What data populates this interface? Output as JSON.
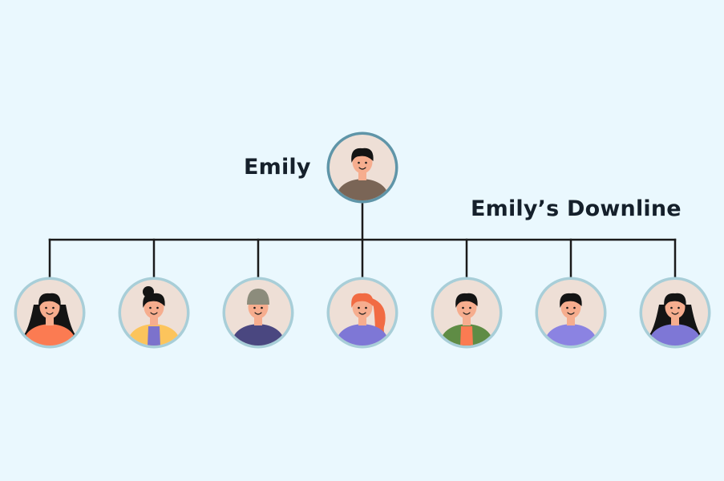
{
  "root": {
    "label": "Emily",
    "avatar": {
      "skin": "#f6ad8e",
      "hair": "#141414",
      "shirt": "#7a6556",
      "hair_style": "short",
      "ring": "#5f95a8"
    }
  },
  "downline": {
    "label": "Emily’s Downline",
    "members": [
      {
        "skin": "#f6ad8e",
        "hair": "#141414",
        "shirt": "#fb7b52",
        "hair_style": "long"
      },
      {
        "skin": "#f6ad8e",
        "hair": "#141414",
        "shirt": "#fcc45c",
        "hair_style": "bun",
        "inner": "#7c72cc"
      },
      {
        "skin": "#f6ad8e",
        "hair": "#8c8c7c",
        "shirt": "#4a4780",
        "hair_style": "beanie"
      },
      {
        "skin": "#f6ad8e",
        "hair": "#f16b43",
        "shirt": "#7e77d6",
        "hair_style": "ponytail"
      },
      {
        "skin": "#f6ad8e",
        "hair": "#141414",
        "shirt": "#5f8c45",
        "hair_style": "short",
        "inner": "#fb7b52"
      },
      {
        "skin": "#f6ad8e",
        "hair": "#141414",
        "shirt": "#8b83e2",
        "hair_style": "short"
      },
      {
        "skin": "#f6ad8e",
        "hair": "#141414",
        "shirt": "#7e77d6",
        "hair_style": "long"
      }
    ]
  },
  "colors": {
    "background": "#eaf8fe",
    "connector": "#1a1a1a",
    "avatar_fill": "#eedfd6",
    "member_ring": "#a8ced8"
  }
}
